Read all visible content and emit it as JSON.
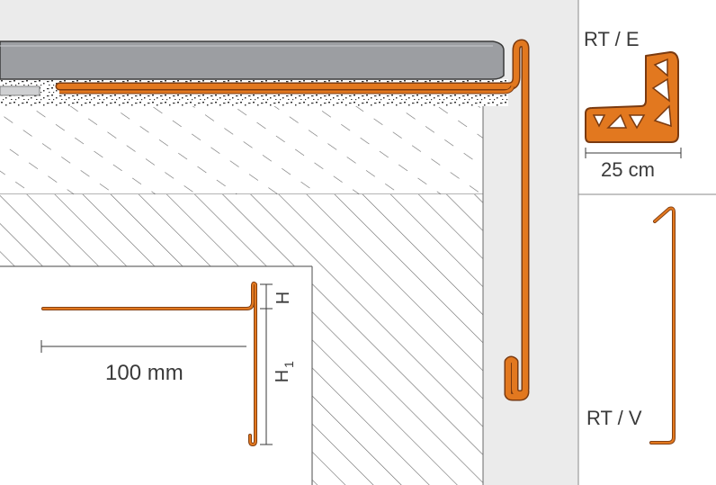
{
  "labels": {
    "rt_e": "RT / E",
    "width_25cm": "25 cm",
    "rt_v": "RT / V",
    "length_100mm": "100 mm",
    "height_h": "H",
    "height_h1_base": "H",
    "height_h1_sub": "1"
  },
  "colors": {
    "profile_orange": "#e2781f",
    "profile_outline": "#7a3a10",
    "hatch": "#6a6a6a",
    "concrete_fill": "#f2f2f2",
    "panel_bg": "#ebebeb",
    "tile_grey": "#9c9ea2",
    "text": "#3a3a3a"
  },
  "icons": [
    "rt-e-profile-cross-section",
    "rt-v-profile-cross-section",
    "stair-edge-profile"
  ]
}
